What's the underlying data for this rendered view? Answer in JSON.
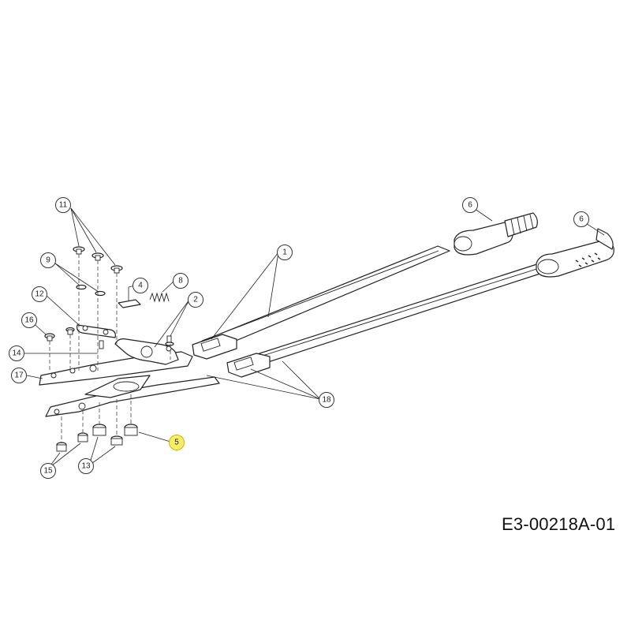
{
  "document_code": "E3-00218A-01",
  "colors": {
    "highlight": "#f7ec6e",
    "line": "#222222"
  },
  "callouts": [
    {
      "id": "c11",
      "label": "11",
      "highlighted": false
    },
    {
      "id": "c9",
      "label": "9",
      "highlighted": false
    },
    {
      "id": "c4",
      "label": "4",
      "highlighted": false
    },
    {
      "id": "c8",
      "label": "8",
      "highlighted": false
    },
    {
      "id": "c12",
      "label": "12",
      "highlighted": false
    },
    {
      "id": "c2",
      "label": "2",
      "highlighted": false
    },
    {
      "id": "c16",
      "label": "16",
      "highlighted": false
    },
    {
      "id": "c14",
      "label": "14",
      "highlighted": false
    },
    {
      "id": "c17",
      "label": "17",
      "highlighted": false
    },
    {
      "id": "c1",
      "label": "1",
      "highlighted": false
    },
    {
      "id": "c6a",
      "label": "6",
      "highlighted": false
    },
    {
      "id": "c6b",
      "label": "6",
      "highlighted": false
    },
    {
      "id": "c18",
      "label": "18",
      "highlighted": false
    },
    {
      "id": "c5",
      "label": "5",
      "highlighted": true
    },
    {
      "id": "c13",
      "label": "13",
      "highlighted": false
    },
    {
      "id": "c15",
      "label": "15",
      "highlighted": false
    }
  ]
}
